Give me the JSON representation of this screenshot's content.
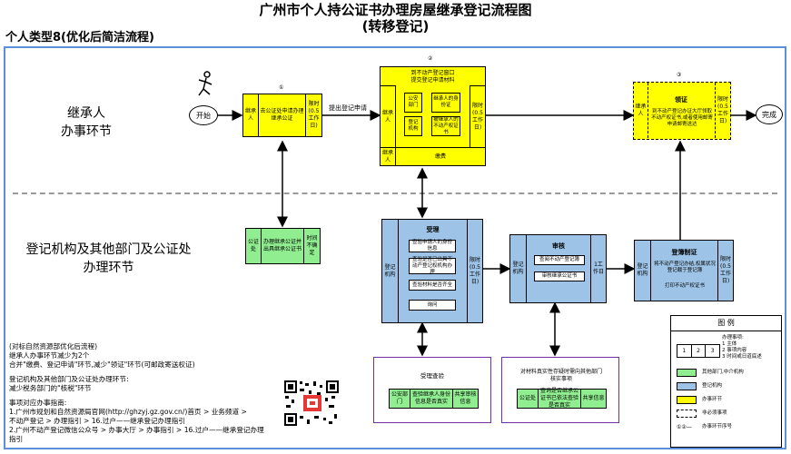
{
  "title": {
    "line1": "广州市个人持公证书办理房屋继承登记流程图",
    "line2": "(转移登记)"
  },
  "type_label": "个人类型8(优化后简洁流程)",
  "lanes": {
    "top": "继承人\n办事环节",
    "bottom": "登记机构及其他部门及公证处\n办理环节"
  },
  "start": "开始",
  "end": "完成",
  "step1": {
    "num": "①",
    "actor": "继承人",
    "content": "去公证处申请办理继承公证",
    "time": "限时(0.5工作日)"
  },
  "arrow_label_1": "提出登记申请",
  "step2": {
    "num": "②",
    "header": "到不动产登记窗口\n提交登记申请材料",
    "actor": "继承人",
    "row1_a": "公安部门",
    "row1_b": "继承人的身份证",
    "row2_a": "登记机构",
    "row2_b": "被继承人的不动产权证书",
    "time": "限时(0.5工作日)",
    "fee_actor": "继承人",
    "fee": "缴费"
  },
  "step3": {
    "num": "③",
    "actor": "继承人",
    "title": "领证",
    "content": "到不动产登记办证大厅领取不动产权证书,或者使用邮寄申请邮寄送达",
    "time": "限时(0.5工作日)"
  },
  "notary": {
    "actor": "公证处",
    "content": "办理继承公证并出具继承公证书",
    "time": "时间不确定"
  },
  "accept": {
    "title": "受理",
    "actor": "登记机构",
    "items": [
      "查验申请人的身份信息",
      "查验是否已出具不动产登记权机构办理",
      "查验材料是否齐全",
      "询问"
    ],
    "time": "限时(0.5工作日)"
  },
  "review": {
    "title": "审核",
    "actor": "登记机构",
    "items": [
      "查阅不动产登记簿",
      "审核继承公证书"
    ],
    "time": "1工作日"
  },
  "register": {
    "title": "登簿制证",
    "actor": "登记机构",
    "content": "将不动产登记办结,权属状况登记载于登记簿",
    "item": "打印不动产权证书",
    "time": "限时(0.5工作日)"
  },
  "check": {
    "title": "受理查验",
    "left": "公安部门",
    "mid": "查验继承人身份信息是否真实",
    "right": "共享审核信息"
  },
  "verify": {
    "title": "对材料真实性存疑时需向其他部门核实事项",
    "left": "公证处",
    "mid": "查询是否继承公证书已依法查验是否真实",
    "right": "共享信息"
  },
  "notes": {
    "lines": [
      "(对标自然资源部优化后流程)",
      "继承人办事环节减少为2个",
      "合并\"缴费、登记申请\"环节,减少\"领证\"环节(可邮政寄送权证)",
      "",
      "登记机构及其他部门及公证处办理环节:",
      "减少税务部门的\"核税\"环节",
      "",
      "事项对应办事指南:",
      "1.广州市规划和自然资源局官网(http://ghzyj.gz.gov.cn/)首页 > 业务频道 >",
      "不动产登记 > 办理指引 > 16.过户——继承登记办理指引",
      "2.广州不动产登记微信公众号 > 办事大厅 > 办事指引 > 16.过户——继承登记办理",
      "指引"
    ]
  },
  "legend": {
    "title": "图  例",
    "item_label": "办理事项:",
    "item_lines": [
      "1 主体",
      "2 事项内容",
      "3 时间或日道底述"
    ],
    "cells": [
      "1",
      "2",
      "3"
    ],
    "rows": [
      {
        "label": "其他部门,中介机构",
        "color": "#90ee90"
      },
      {
        "label": "登记机构",
        "color": "#9dc3e6"
      },
      {
        "label": "办事环节",
        "color": "#ffff00"
      },
      {
        "label": "非必须事项",
        "color": "#ffffff"
      },
      {
        "label": "办事环节序号",
        "color": "#ffffff"
      }
    ],
    "num_symbols": "①②—"
  }
}
